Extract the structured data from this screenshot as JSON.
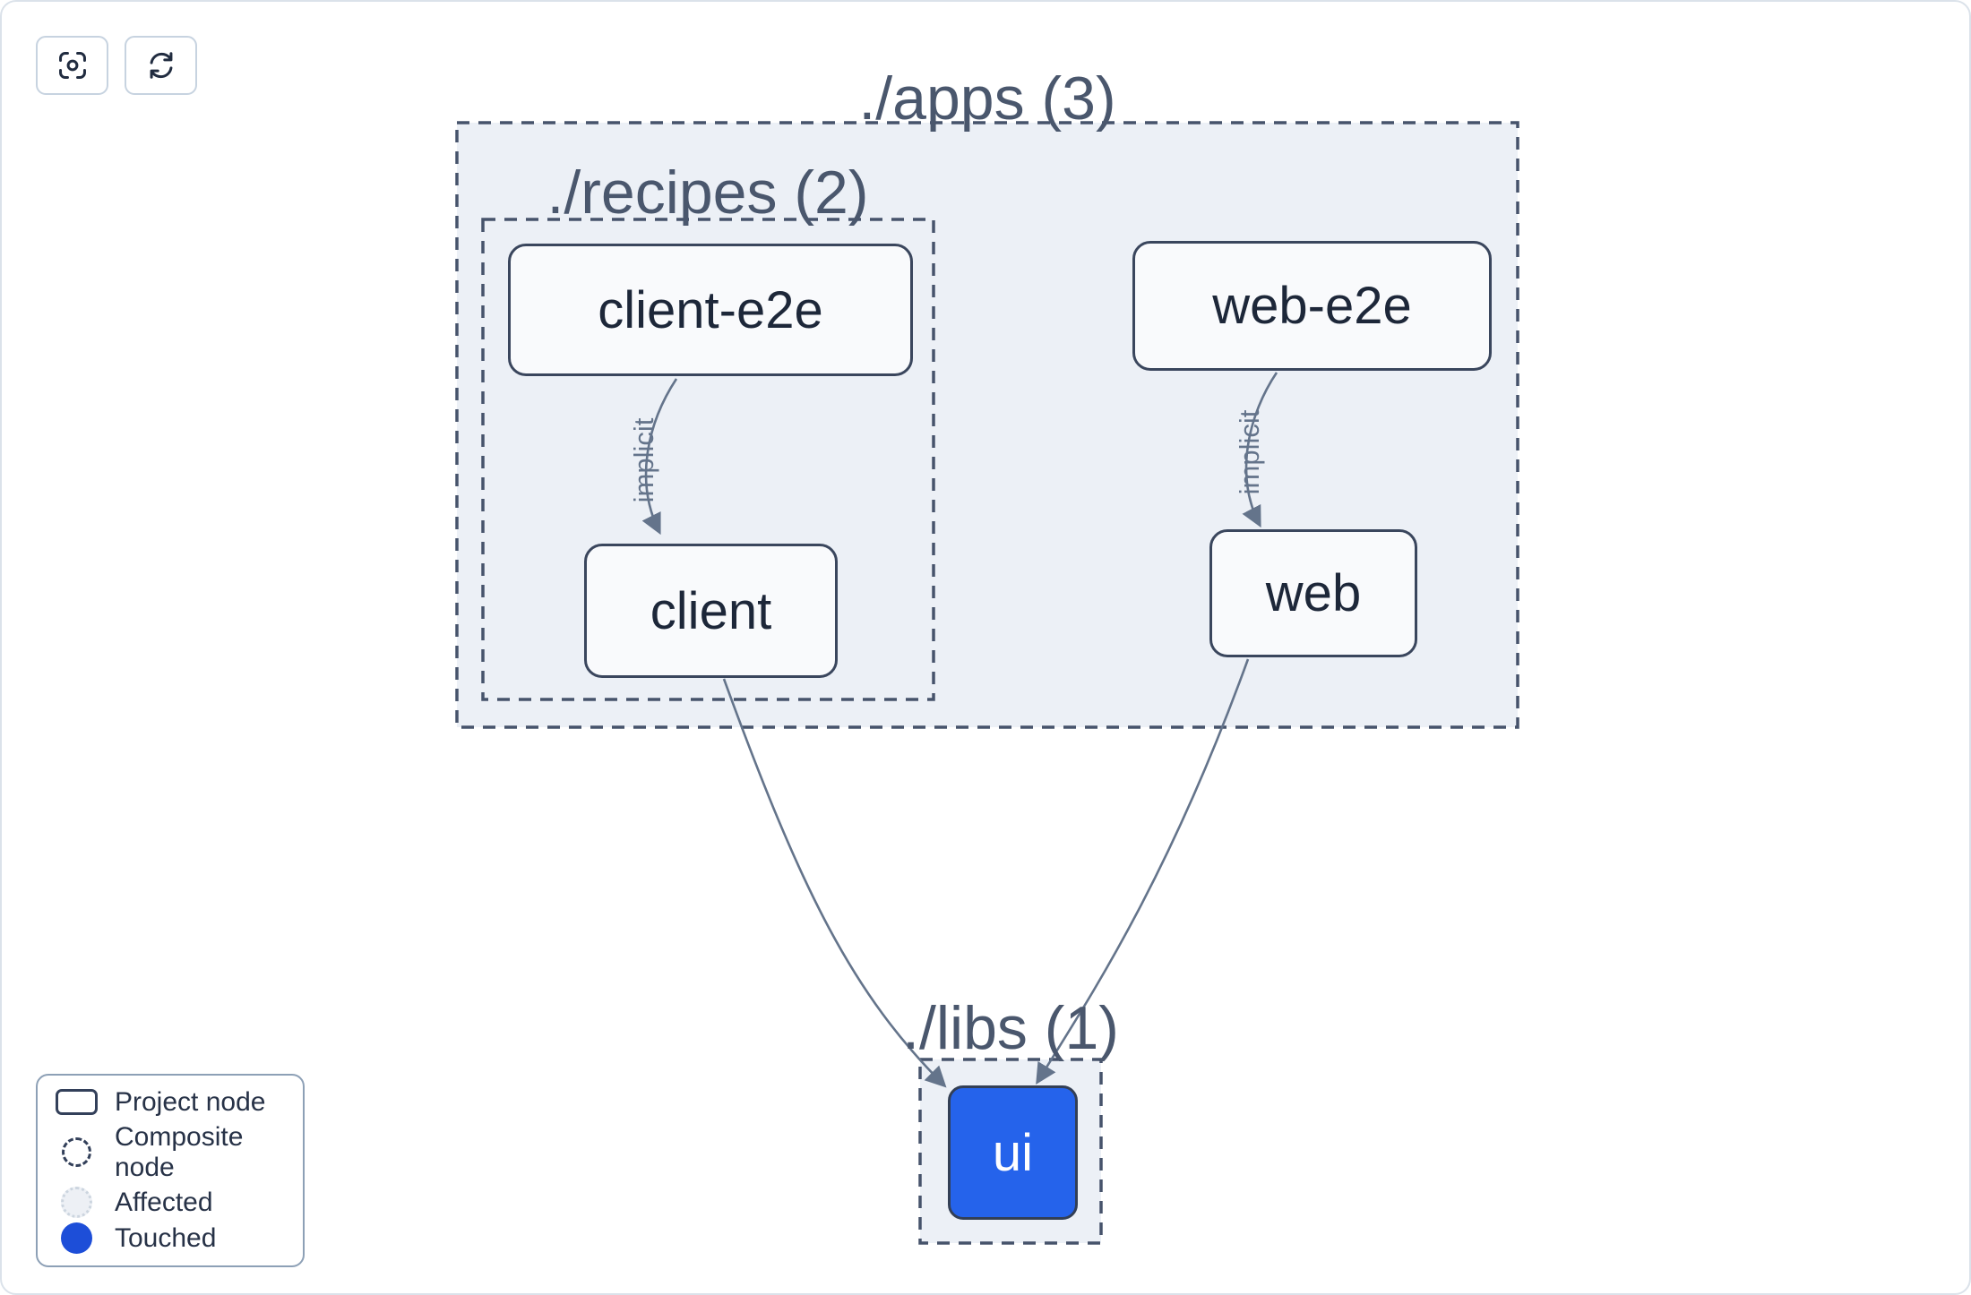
{
  "toolbar": {
    "buttons": [
      {
        "name": "focus-selection",
        "icon": "focus-icon"
      },
      {
        "name": "refresh-graph",
        "icon": "refresh-icon"
      }
    ]
  },
  "graph": {
    "composites": [
      {
        "id": "apps",
        "label": "./apps (3)",
        "count": 3
      },
      {
        "id": "recipes",
        "label": "./recipes (2)",
        "count": 2
      },
      {
        "id": "libs",
        "label": "./libs (1)",
        "count": 1
      }
    ],
    "nodes": [
      {
        "id": "client-e2e",
        "label": "client-e2e",
        "parent": "recipes",
        "state": "default"
      },
      {
        "id": "client",
        "label": "client",
        "parent": "recipes",
        "state": "default"
      },
      {
        "id": "web-e2e",
        "label": "web-e2e",
        "parent": "apps",
        "state": "default"
      },
      {
        "id": "web",
        "label": "web",
        "parent": "apps",
        "state": "default"
      },
      {
        "id": "ui",
        "label": "ui",
        "parent": "libs",
        "state": "touched"
      }
    ],
    "edges": [
      {
        "from": "client-e2e",
        "to": "client",
        "type": "implicit",
        "label": "implicit"
      },
      {
        "from": "web-e2e",
        "to": "web",
        "type": "implicit",
        "label": "implicit"
      },
      {
        "from": "client",
        "to": "ui",
        "type": "static",
        "label": ""
      },
      {
        "from": "web",
        "to": "ui",
        "type": "static",
        "label": ""
      }
    ]
  },
  "legend": {
    "items": [
      {
        "label": "Project node"
      },
      {
        "label": "Composite node"
      },
      {
        "label": "Affected"
      },
      {
        "label": "Touched"
      }
    ]
  },
  "colors": {
    "touched_node": "#2563eb",
    "touched_legend": "#1d4ed8",
    "edge": "#64748b",
    "composite_fill": "#ecf0f6",
    "composite_border": "#46536b",
    "node_border": "#3a465d",
    "node_bg": "#f9fafc",
    "title_text": "#4a576d",
    "canvas_border": "#dbe2ea"
  }
}
